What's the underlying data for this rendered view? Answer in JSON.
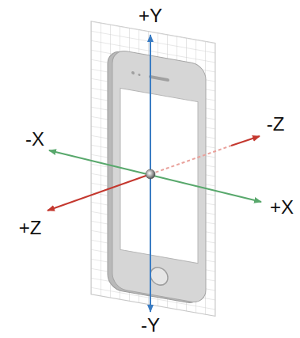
{
  "diagram": {
    "labels": [
      "+Y",
      "-X",
      "-Z",
      "+Z",
      "+X",
      "-Y"
    ]
  }
}
